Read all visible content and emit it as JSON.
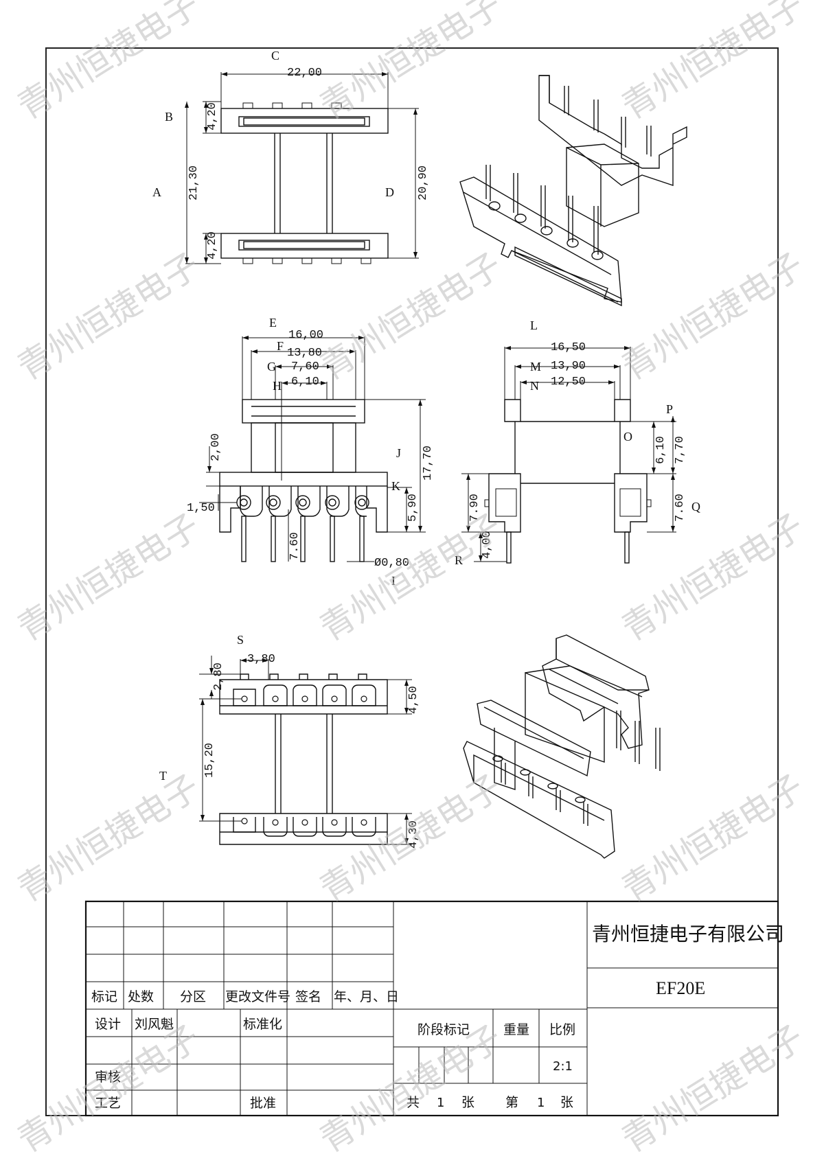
{
  "watermark": "青州恒捷电子",
  "views": {
    "top": {
      "letters": {
        "C": "C",
        "B": "B",
        "A": "A",
        "D": "D"
      },
      "dims": {
        "width": "22,00",
        "flange_top": "4,20",
        "height": "21,30",
        "height2": "20,90",
        "flange_bottom": "4,20"
      }
    },
    "front": {
      "letters": {
        "E": "E",
        "F": "F",
        "G": "G",
        "H": "H",
        "J": "J",
        "K": "K",
        "I": "I"
      },
      "dims": {
        "w1": "16,00",
        "w2": "13,80",
        "w3": "7,60",
        "w4": "6,10",
        "d200": "2,00",
        "d1770": "17,70",
        "d590": "5,90",
        "d150": "1,50",
        "d760": "7.60",
        "pin": "Ø0,80"
      }
    },
    "side": {
      "letters": {
        "L": "L",
        "M": "M",
        "N": "N",
        "P": "P",
        "O": "O",
        "Q": "Q",
        "R": "R"
      },
      "dims": {
        "w1": "16,50",
        "w2": "13,90",
        "w3": "12,50",
        "d610": "6,10",
        "d770": "7,70",
        "d790": "7.90",
        "d760": "7.60",
        "d400": "4,00"
      }
    },
    "bottom": {
      "letters": {
        "S": "S",
        "T": "T"
      },
      "dims": {
        "d380": "3,80",
        "d280": "2,80",
        "d450": "4,50",
        "d1520": "15,20",
        "d430": "4,30"
      }
    }
  },
  "title_block": {
    "company": "青州恒捷电子有限公司",
    "model": "EF20E",
    "rev_headers": [
      "标记",
      "处数",
      "分区",
      "更改文件号",
      "签名",
      "年、月、日"
    ],
    "design_label": "设计",
    "designer": "刘风魁",
    "standardize_label": "标准化",
    "review_label": "审核",
    "process_label": "工艺",
    "approve_label": "批准",
    "stage_label": "阶段标记",
    "weight_label": "重量",
    "scale_label": "比例",
    "scale_value": "2:1",
    "total_label": "共",
    "total_value": "1",
    "sheet_unit": "张",
    "sheet_label": "第",
    "sheet_value": "1",
    "sheet_unit2": "张"
  }
}
